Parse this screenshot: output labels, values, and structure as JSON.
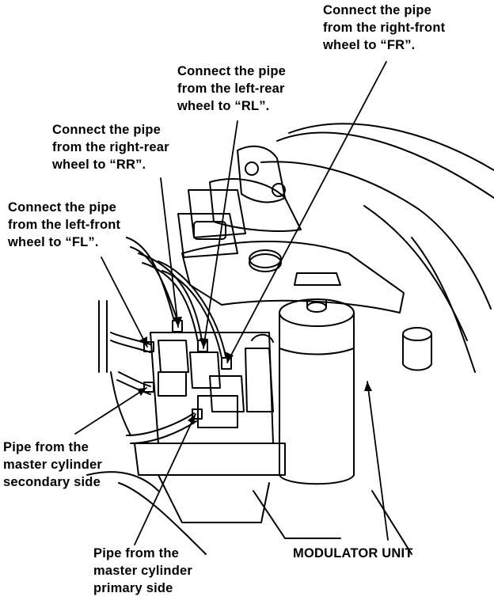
{
  "diagram": {
    "callouts": {
      "fr": [
        "Connect the pipe",
        "from the right-front",
        "wheel to “FR”."
      ],
      "rl": [
        "Connect the pipe",
        "from the left-rear",
        "wheel to “RL”."
      ],
      "rr": [
        "Connect the pipe",
        "from the right-rear",
        "wheel to “RR”."
      ],
      "fl": [
        "Connect the pipe",
        "from the left-front",
        "wheel to “FL”."
      ],
      "secondary": [
        "Pipe from the",
        "master cylinder",
        "secondary side"
      ],
      "primary": [
        "Pipe from the",
        "master cylinder",
        "primary side"
      ],
      "modulator": [
        "MODULATOR UNIT"
      ]
    },
    "colors": {
      "ink": "#000000",
      "paper": "#ffffff"
    }
  }
}
